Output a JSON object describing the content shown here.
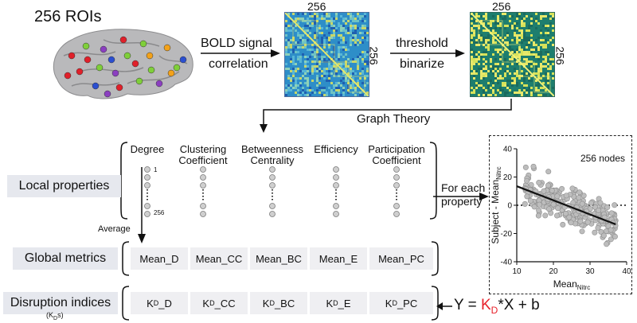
{
  "brain": {
    "title": "256 ROIs"
  },
  "matrix1": {
    "top_label": "256",
    "side_label": "256"
  },
  "matrix2": {
    "top_label": "256",
    "side_label": "256"
  },
  "arrow1": {
    "line1": "BOLD signal",
    "line2": "correlation"
  },
  "arrow2": {
    "line1": "threshold",
    "line2": "binarize"
  },
  "graph_theory": "Graph Theory",
  "properties": [
    {
      "line1": "Degree",
      "line2": ""
    },
    {
      "line1": "Clustering",
      "line2": "Coefficient"
    },
    {
      "line1": "Betweenness",
      "line2": "Centrality"
    },
    {
      "line1": "Efficiency",
      "line2": ""
    },
    {
      "line1": "Participation",
      "line2": "Coefficient"
    }
  ],
  "node_labels": {
    "first": "1",
    "last": "256"
  },
  "average_label": "Average",
  "rows": {
    "local": "Local properties",
    "global": "Global metrics",
    "disruption": "Disruption indices",
    "disruption_sub_main": "(K",
    "disruption_sub_sub": "D",
    "disruption_sub_tail": "s)"
  },
  "global_metrics": [
    "Mean_D",
    "Mean_CC",
    "Mean_BC",
    "Mean_E",
    "Mean_PC"
  ],
  "disruption_indices": [
    "D",
    "CC",
    "BC",
    "E",
    "PC"
  ],
  "kd_main": "K",
  "kd_sub": "D",
  "kd_sep": "_",
  "for_each": {
    "line1": "For each",
    "line2": "property"
  },
  "equation": {
    "lhs": "Y = ",
    "k": "K",
    "ksub": "D",
    "rhs": "*X + b",
    "k_color": "#e8202a"
  },
  "chart_data": {
    "type": "scatter",
    "title": "",
    "annotation": "256 nodes",
    "xlabel_main": "Mean",
    "xlabel_sub": "Nitrc",
    "ylabel_main": "Subject - Mean",
    "ylabel_sub": "Nitrc",
    "xlim": [
      10,
      40
    ],
    "ylim": [
      -40,
      40
    ],
    "xticks": [
      10,
      20,
      30,
      40
    ],
    "yticks": [
      -40,
      -20,
      0,
      20,
      40
    ],
    "zero_line": "dotted",
    "fit_line": {
      "slope": -1.0,
      "intercept": 23.5,
      "x_range": [
        10,
        37
      ]
    },
    "points_count": 256,
    "point_color": "#bdbdbd",
    "point_edge": "#8f8f8f"
  },
  "colors": {
    "brain": "#bdbdbd",
    "corr_bg": "#2e8ec8",
    "bin_bg": "#1e7e6e",
    "band": "#e6e8ee",
    "kd_red": "#e8202a"
  }
}
